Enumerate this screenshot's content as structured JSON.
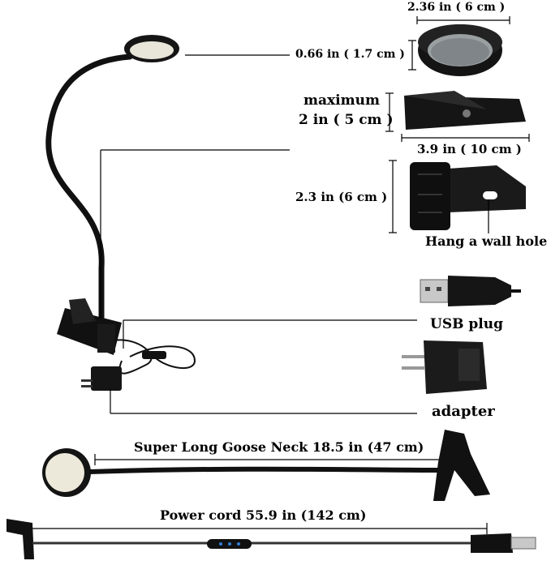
{
  "dimensions": {
    "head_diameter": "2.36 in ( 6 cm )",
    "head_thickness": "0.66 in ( 1.7 cm )",
    "clip_opening_line1": "maximum",
    "clip_opening_line2": "2 in ( 5 cm )",
    "clip_length": "3.9 in ( 10 cm )",
    "clip_height": "2.3 in (6 cm )"
  },
  "parts": {
    "wall_hole": "Hang a wall hole",
    "usb_plug": "USB plug",
    "adapter": "adapter"
  },
  "lengths": {
    "goose_neck": "Super Long Goose Neck 18.5 in (47 cm)",
    "power_cord": "Power cord 55.9 in (142 cm)"
  },
  "colors": {
    "product": "#111111",
    "lens": "#e8e6d9",
    "line": "#000000"
  }
}
